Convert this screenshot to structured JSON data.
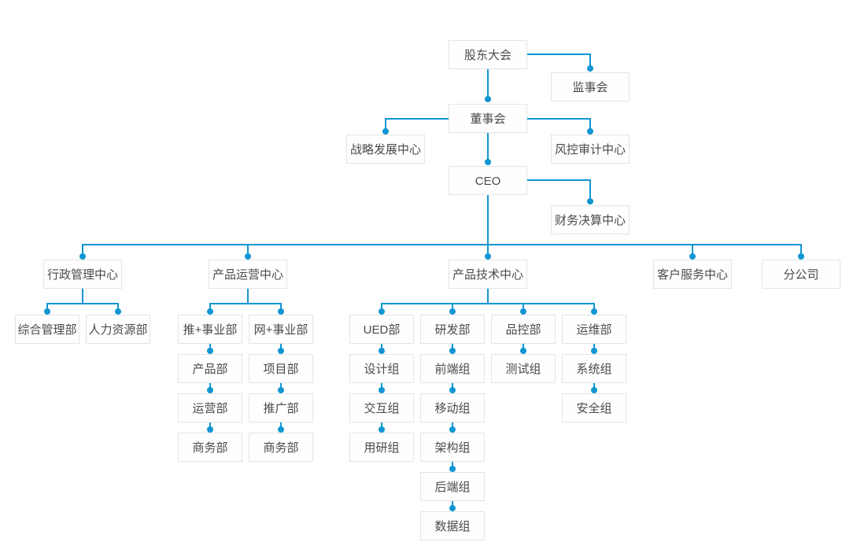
{
  "colors": {
    "accent": "#1096d2",
    "node_border": "#e4e4e4",
    "node_background": "#fefefe",
    "node_text": "#4a4a4a",
    "page_background": "#ffffff"
  },
  "nodes": {
    "shareholders_meeting": "股东大会",
    "supervisory_board": "监事会",
    "board_of_directors": "董事会",
    "strategy_dev_center": "战略发展中心",
    "risk_audit_center": "风控审计中心",
    "ceo": "CEO",
    "financial_settlement_center": "财务决算中心",
    "admin_mgmt_center": "行政管理中心",
    "general_mgmt_dept": "综合管理部",
    "hr_dept": "人力资源部",
    "product_ops_center": "产品运营中心",
    "tui_business_dept": "推+事业部",
    "product_dept": "产品部",
    "operations_dept": "运营部",
    "business_dept_1": "商务部",
    "wang_business_dept": "网+事业部",
    "project_dept": "项目部",
    "promotion_dept": "推广部",
    "business_dept_2": "商务部",
    "product_tech_center": "产品技术中心",
    "ued_dept": "UED部",
    "design_group": "设计组",
    "interaction_group": "交互组",
    "user_research_group": "用研组",
    "rnd_dept": "研发部",
    "frontend_group": "前端组",
    "mobile_group": "移动组",
    "architecture_group": "架构组",
    "backend_group": "后端组",
    "data_group": "数据组",
    "qc_dept": "品控部",
    "testing_group": "测试组",
    "ops_maintenance_dept": "运维部",
    "system_group": "系统组",
    "security_group": "安全组",
    "customer_service_center": "客户服务中心",
    "branch_company": "分公司"
  },
  "hierarchy": {
    "label": "股东大会",
    "children": [
      {
        "label": "监事会"
      },
      {
        "label": "董事会",
        "children": [
          {
            "label": "战略发展中心"
          },
          {
            "label": "风控审计中心"
          },
          {
            "label": "CEO",
            "children": [
              {
                "label": "财务决算中心"
              },
              {
                "label": "行政管理中心",
                "children": [
                  {
                    "label": "综合管理部"
                  },
                  {
                    "label": "人力资源部"
                  }
                ]
              },
              {
                "label": "产品运营中心",
                "children": [
                  {
                    "label": "推+事业部",
                    "children": [
                      {
                        "label": "产品部"
                      },
                      {
                        "label": "运营部"
                      },
                      {
                        "label": "商务部"
                      }
                    ]
                  },
                  {
                    "label": "网+事业部",
                    "children": [
                      {
                        "label": "项目部"
                      },
                      {
                        "label": "推广部"
                      },
                      {
                        "label": "商务部"
                      }
                    ]
                  }
                ]
              },
              {
                "label": "产品技术中心",
                "children": [
                  {
                    "label": "UED部",
                    "children": [
                      {
                        "label": "设计组"
                      },
                      {
                        "label": "交互组"
                      },
                      {
                        "label": "用研组"
                      }
                    ]
                  },
                  {
                    "label": "研发部",
                    "children": [
                      {
                        "label": "前端组"
                      },
                      {
                        "label": "移动组"
                      },
                      {
                        "label": "架构组"
                      },
                      {
                        "label": "后端组"
                      },
                      {
                        "label": "数据组"
                      }
                    ]
                  },
                  {
                    "label": "品控部",
                    "children": [
                      {
                        "label": "测试组"
                      }
                    ]
                  },
                  {
                    "label": "运维部",
                    "children": [
                      {
                        "label": "系统组"
                      },
                      {
                        "label": "安全组"
                      }
                    ]
                  }
                ]
              },
              {
                "label": "客户服务中心"
              },
              {
                "label": "分公司"
              }
            ]
          }
        ]
      }
    ]
  }
}
